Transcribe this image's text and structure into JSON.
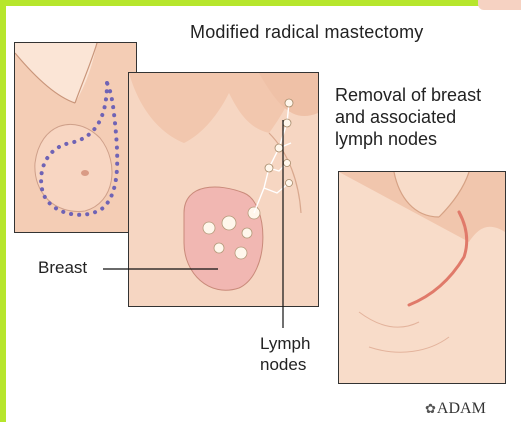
{
  "title": "Modified radical mastectomy",
  "description": {
    "lines": [
      "Removal of breast",
      "and associated",
      "lymph nodes"
    ]
  },
  "labels": {
    "breast": "Breast",
    "lymph_nodes": [
      "Lymph",
      "nodes"
    ]
  },
  "logo": {
    "mark": "✿",
    "text": "ADAM"
  },
  "colors": {
    "accent": "#b6e62c",
    "skin": "#fbe5d6",
    "incision_dots": "#6f63b5",
    "scar": "#e07a6a"
  }
}
